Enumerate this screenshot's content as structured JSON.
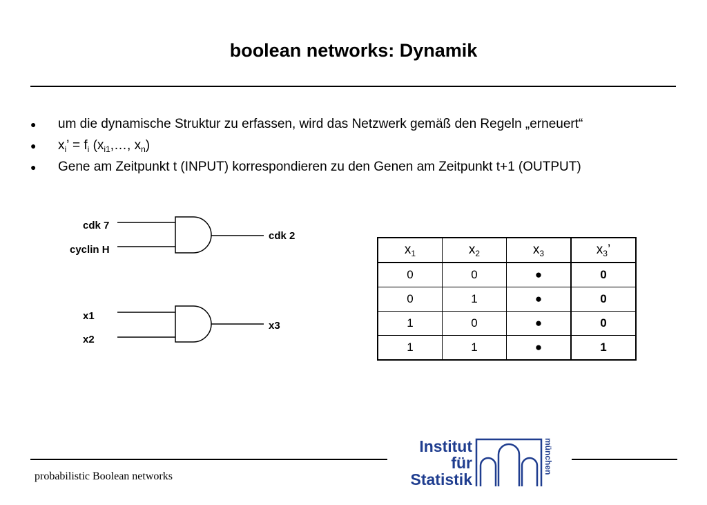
{
  "title": "boolean networks: Dynamik",
  "bullets": [
    {
      "symbol": "●",
      "text": "um die dynamische Struktur zu erfassen, wird das Netzwerk gemäß den Regeln „erneuert“"
    },
    {
      "symbol": "●",
      "formula": {
        "x": "x",
        "i": "i",
        "eq": "’ = f",
        "open": " (x",
        "i1": "i1",
        "mid": ",…, x",
        "n": "n",
        "close": ")"
      }
    },
    {
      "symbol": "●",
      "text": "Gene am Zeitpunkt t (INPUT) korrespondieren zu den Genen am Zeitpunkt t+1 (OUTPUT)"
    }
  ],
  "gate1": {
    "input1": "cdk 7",
    "input2": "cyclin H",
    "output": "cdk 2"
  },
  "gate2": {
    "input1": "x1",
    "input2": "x2",
    "output": "x3"
  },
  "table": {
    "headers": [
      {
        "base": "x",
        "sub": "1",
        "suffix": ""
      },
      {
        "base": "x",
        "sub": "2",
        "suffix": ""
      },
      {
        "base": "x",
        "sub": "3",
        "suffix": ""
      },
      {
        "base": "x",
        "sub": "3",
        "suffix": "’"
      }
    ],
    "rows": [
      [
        "0",
        "0",
        "●",
        "0"
      ],
      [
        "0",
        "1",
        "●",
        "0"
      ],
      [
        "1",
        "0",
        "●",
        "0"
      ],
      [
        "1",
        "1",
        "●",
        "1"
      ]
    ]
  },
  "footer": "probabilistic Boolean networks",
  "logo": {
    "line1": "Institut",
    "line2": "für",
    "line3": "Statistik",
    "vertical": "münchen",
    "color": "#1f3d8f"
  }
}
